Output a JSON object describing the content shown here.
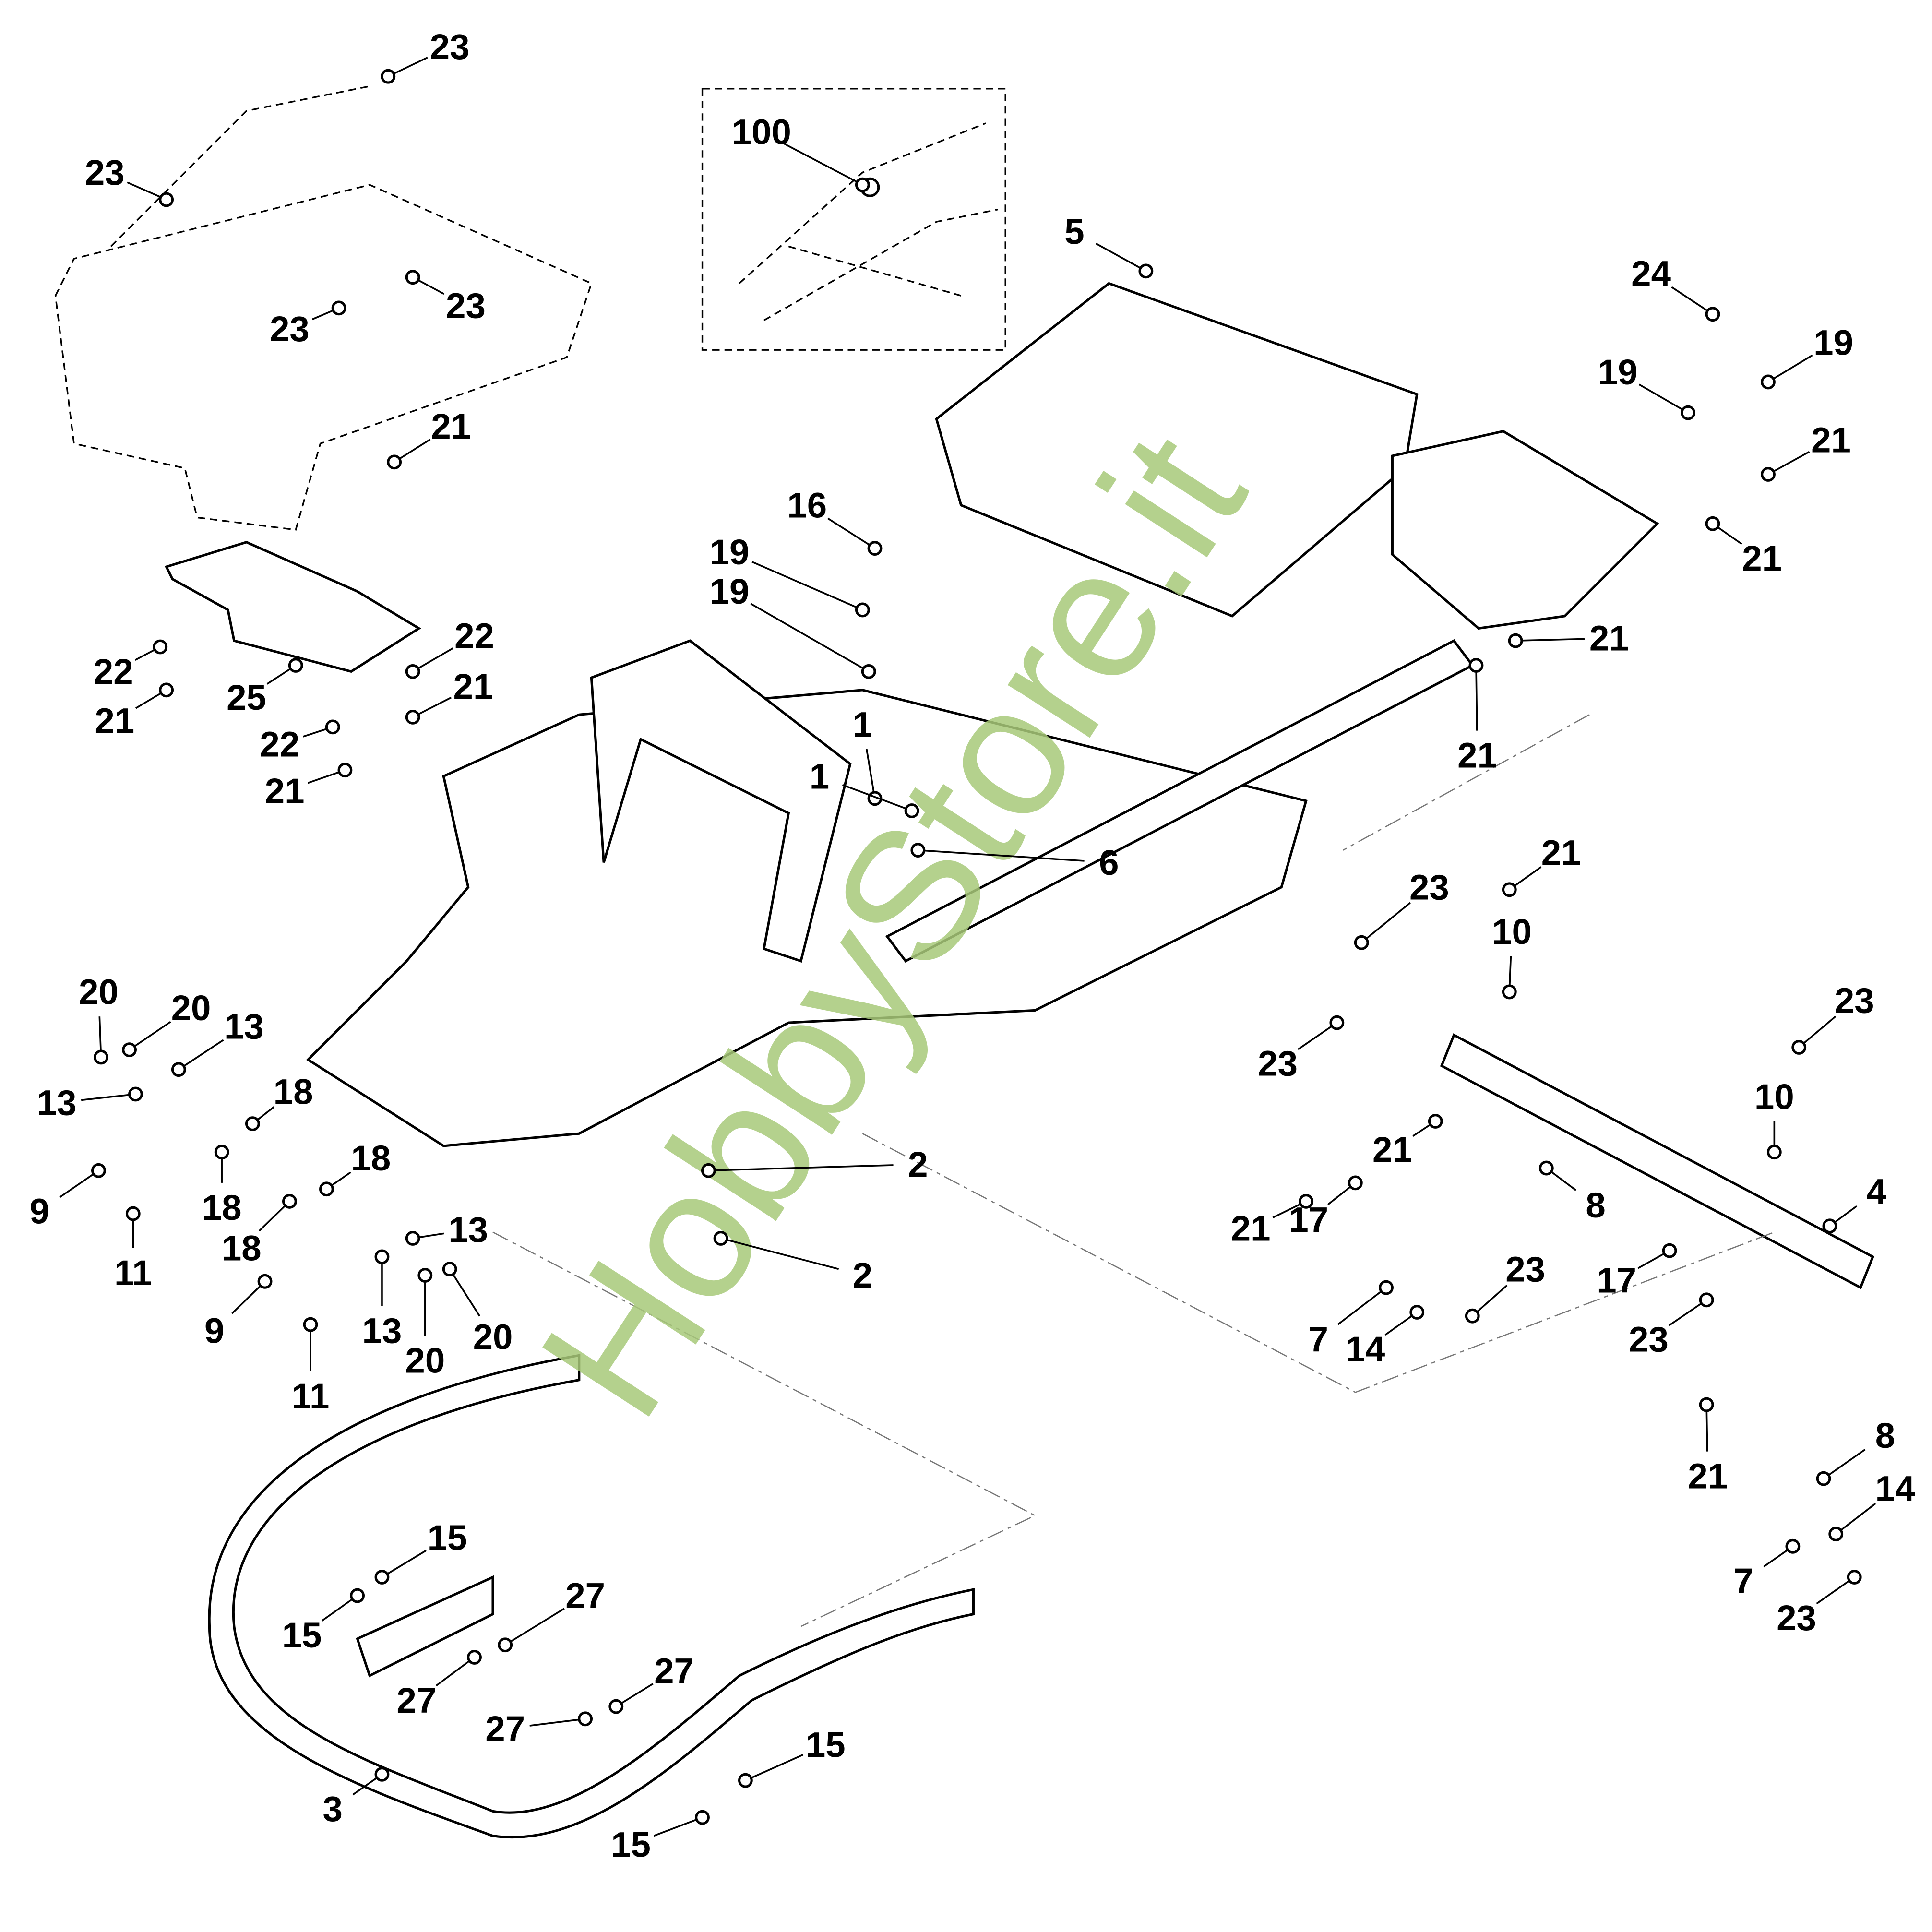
{
  "labels": [
    "23",
    "23",
    "23",
    "23",
    "21",
    "22",
    "21",
    "25",
    "22",
    "21",
    "22",
    "21",
    "100",
    "5",
    "24",
    "19",
    "19",
    "21",
    "21",
    "21",
    "21",
    "16",
    "19",
    "19",
    "1",
    "1",
    "6",
    "21",
    "23",
    "10",
    "23",
    "23",
    "10",
    "21",
    "21",
    "17",
    "8",
    "4",
    "17",
    "23",
    "7",
    "14",
    "23",
    "21",
    "8",
    "14",
    "7",
    "23",
    "20",
    "20",
    "13",
    "13",
    "18",
    "9",
    "18",
    "11",
    "18",
    "18",
    "13",
    "9",
    "13",
    "20",
    "20",
    "11",
    "2",
    "2",
    "15",
    "15",
    "27",
    "27",
    "27",
    "27",
    "15",
    "3",
    "15"
  ],
  "watermark": "HobbyStore.it",
  "colors": {
    "watermark": "#a8c97a",
    "lines": "#000000"
  }
}
